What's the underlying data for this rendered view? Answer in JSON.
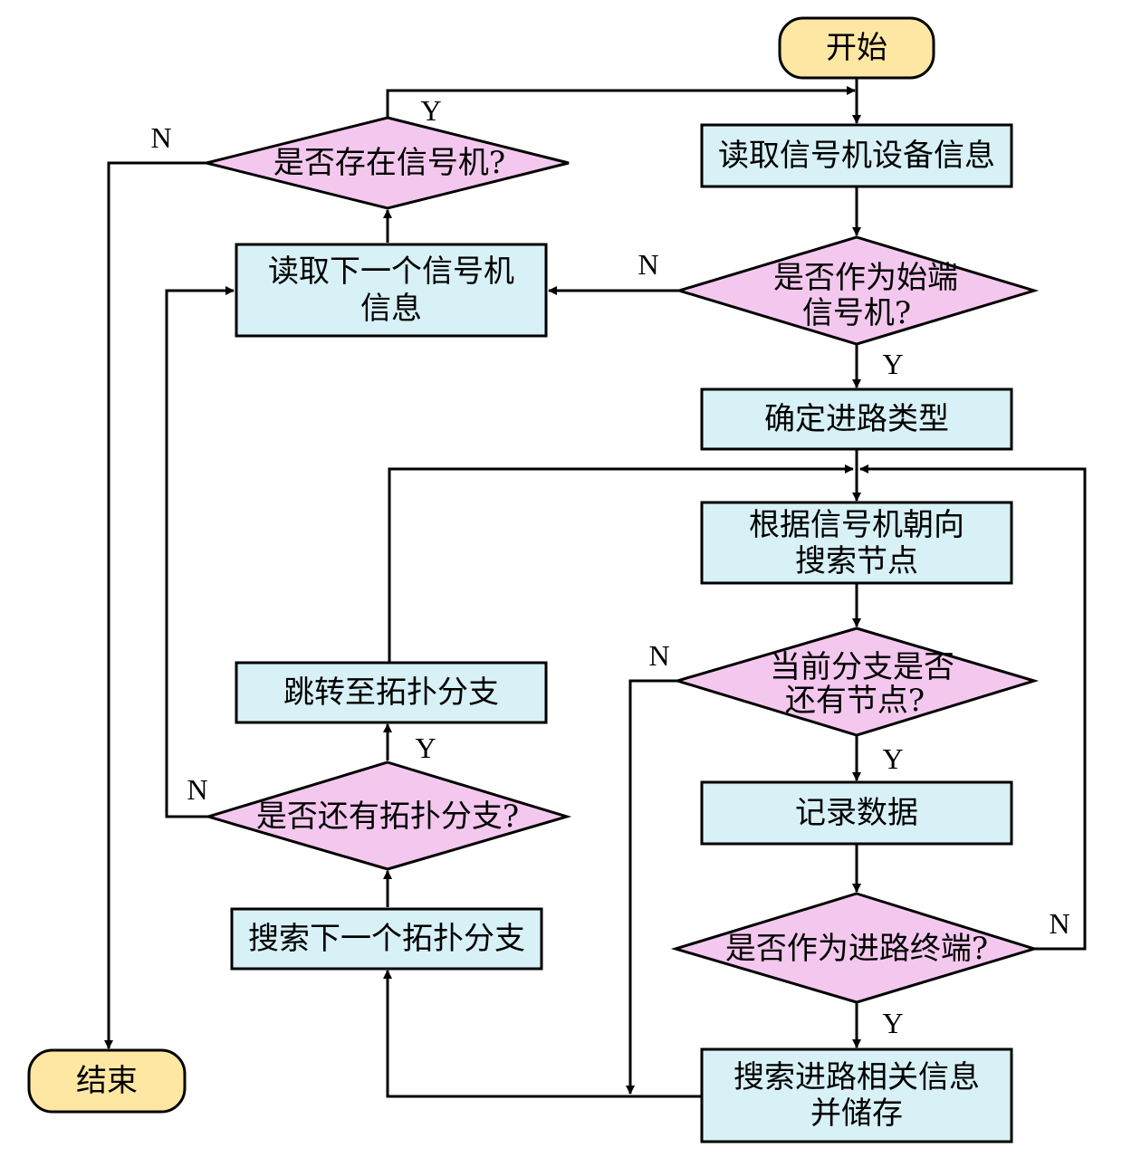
{
  "colors": {
    "terminal_fill": "#fde7a3",
    "process_fill": "#d7f1f7",
    "decision_fill": "#f4c8ee",
    "stroke": "#000000"
  },
  "nodes": {
    "start": "开始",
    "read_signal": "读取信号机设备信息",
    "is_start_signal": [
      "是否作为始端",
      "信号机?"
    ],
    "route_type": "确定进路类型",
    "search_nodes": [
      "根据信号机朝向",
      "搜索节点"
    ],
    "has_nodes": [
      "当前分支是否",
      "还有节点?"
    ],
    "record": "记录数据",
    "is_end": "是否作为进路终端?",
    "store_route": [
      "搜索进路相关信息",
      "并储存"
    ],
    "next_signal": [
      "读取下一个信号机",
      "信息"
    ],
    "exists_signal": "是否存在信号机?",
    "jump_branch": "跳转至拓扑分支",
    "has_branch": "是否还有拓扑分支?",
    "next_branch": "搜索下一个拓扑分支",
    "end": "结束"
  },
  "edge_labels": {
    "exists_yes": "Y",
    "exists_no": "N",
    "start_signal_no": "N",
    "start_signal_yes": "Y",
    "has_nodes_no": "N",
    "has_nodes_yes": "Y",
    "is_end_no": "N",
    "is_end_yes": "Y",
    "has_branch_yes": "Y",
    "has_branch_no": "N"
  }
}
